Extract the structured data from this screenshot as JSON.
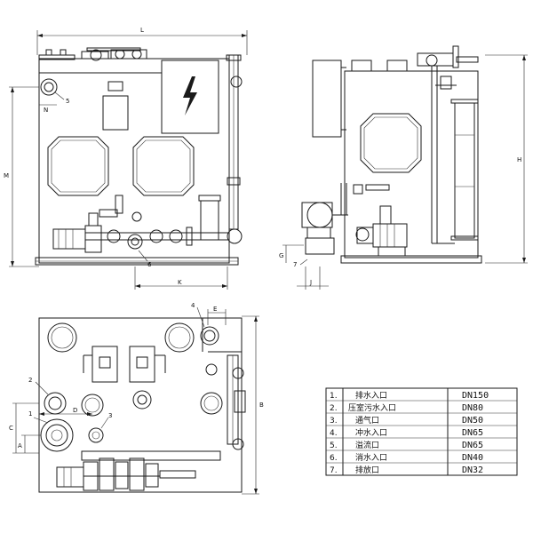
{
  "dimensions": {
    "L": "L",
    "M": "M",
    "N": "N",
    "K": "K",
    "H": "H",
    "G": "G",
    "J": "J",
    "B": "B",
    "E": "E",
    "D": "D",
    "C": "C",
    "A": "A"
  },
  "callouts": {
    "front": [
      "5",
      "6"
    ],
    "side": [
      "7"
    ],
    "top": [
      "4",
      "2",
      "1",
      "3"
    ]
  },
  "symbols": {
    "panel": "lightning-bolt-icon"
  },
  "legend": {
    "rows": [
      {
        "num": "1.",
        "name": "排水入口",
        "size": "DN150"
      },
      {
        "num": "2.",
        "name": "压室污水入口",
        "size": "DN80"
      },
      {
        "num": "3.",
        "name": "通气口",
        "size": "DN50"
      },
      {
        "num": "4.",
        "name": "冲水入口",
        "size": "DN65"
      },
      {
        "num": "5.",
        "name": "溢流口",
        "size": "DN65"
      },
      {
        "num": "6.",
        "name": "消水入口",
        "size": "DN40"
      },
      {
        "num": "7.",
        "name": "排放口",
        "size": "DN32"
      }
    ]
  }
}
